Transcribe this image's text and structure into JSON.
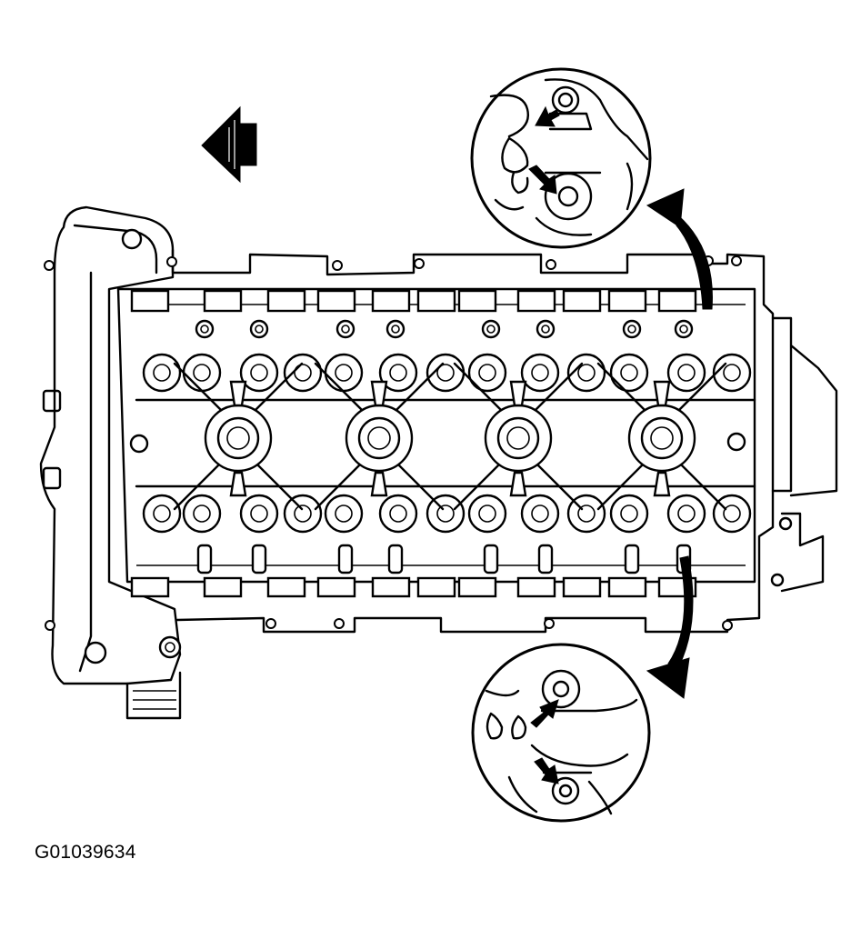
{
  "figure": {
    "id_label": "G01039634"
  },
  "icons": {
    "front_direction": "arrow-left-icon",
    "upper_detail": "magnified-detail-circle",
    "lower_detail": "magnified-detail-circle",
    "pointer_arrows": "arrow-icon"
  },
  "colors": {
    "line": "#000000",
    "background": "#ffffff"
  }
}
